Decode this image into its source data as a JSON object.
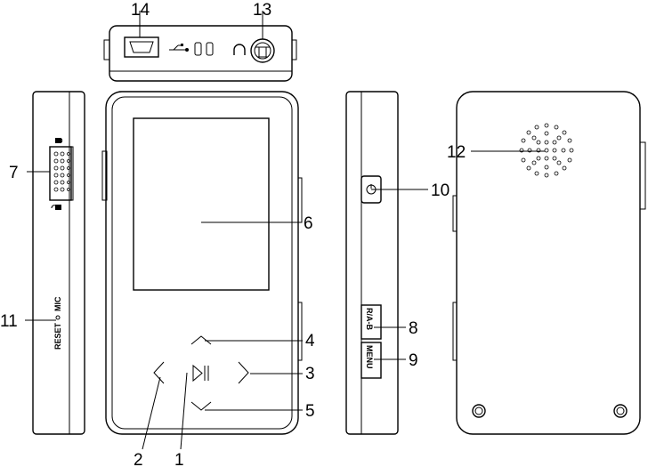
{
  "callouts": {
    "c1": "1",
    "c2": "2",
    "c3": "3",
    "c4": "4",
    "c5": "5",
    "c6": "6",
    "c7": "7",
    "c8": "8",
    "c9": "9",
    "c10": "10",
    "c11": "11",
    "c12": "12",
    "c13": "13",
    "c14": "14"
  },
  "side_labels": {
    "reset": "RESET",
    "mic": "MIC",
    "ab_button": "R/A-B",
    "menu_button": "MENU"
  }
}
